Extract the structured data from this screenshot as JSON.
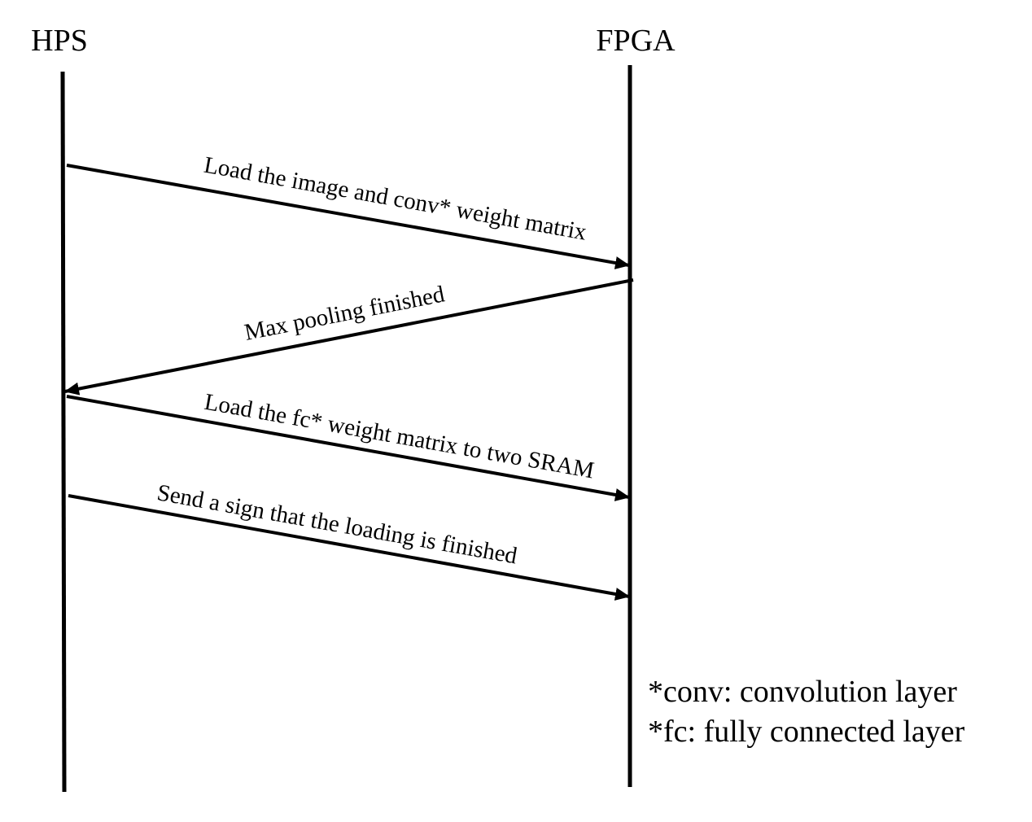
{
  "actors": [
    {
      "id": "hps",
      "label": "HPS"
    },
    {
      "id": "fpga",
      "label": "FPGA"
    }
  ],
  "messages": [
    {
      "from": "hps",
      "to": "fpga",
      "label": "Load the image and conv* weight matrix"
    },
    {
      "from": "fpga",
      "to": "hps",
      "label": "Max pooling finished"
    },
    {
      "from": "hps",
      "to": "fpga",
      "label": "Load the fc* weight matrix to two SRAM"
    },
    {
      "from": "hps",
      "to": "fpga",
      "label": "Send a sign that the loading is finished"
    }
  ],
  "notes": [
    "*conv: convolution layer",
    "*fc: fully connected layer"
  ],
  "colors": {
    "line": "#000000",
    "text": "#000000",
    "background": "#ffffff"
  }
}
